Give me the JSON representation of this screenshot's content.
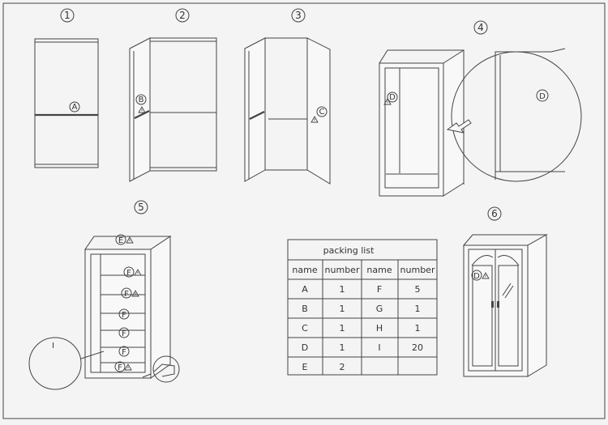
{
  "steps": {
    "s1": "1",
    "s2": "2",
    "s3": "3",
    "s4": "4",
    "s5": "5",
    "s6": "6"
  },
  "parts": {
    "a": "A",
    "b": "B",
    "c": "C",
    "d": "D",
    "e": "E",
    "f": "F",
    "g": "G",
    "h": "H",
    "i": "I",
    "roman_one": "I"
  },
  "packing_list": {
    "title": "packing  list",
    "headers": [
      "name",
      "number",
      "name",
      "number"
    ],
    "rows": [
      [
        "A",
        "1",
        "F",
        "5"
      ],
      [
        "B",
        "1",
        "G",
        "1"
      ],
      [
        "C",
        "1",
        "H",
        "1"
      ],
      [
        "D",
        "1",
        "I",
        "20"
      ],
      [
        "E",
        "2",
        "",
        ""
      ]
    ]
  },
  "icons": [
    "warning-icon",
    "arrow-icon",
    "magnifier-circle"
  ]
}
